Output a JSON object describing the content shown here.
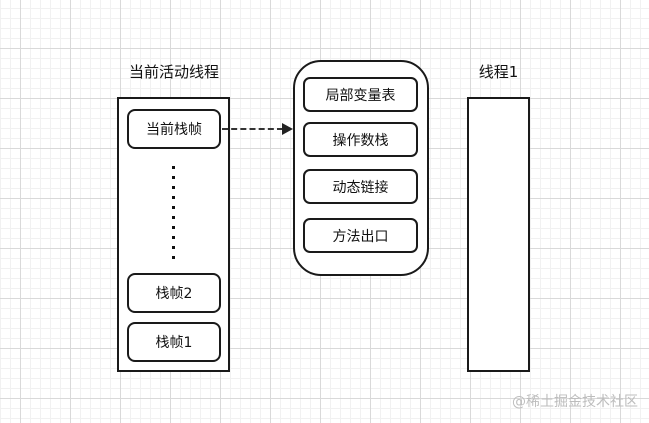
{
  "diagram": {
    "left_thread": {
      "title": "当前活动线程",
      "current_frame_label": "当前栈帧",
      "frame2_label": "栈帧2",
      "frame1_label": "栈帧1"
    },
    "frame_detail": {
      "items": [
        "局部变量表",
        "操作数栈",
        "动态链接",
        "方法出口"
      ]
    },
    "right_thread": {
      "title": "线程1"
    },
    "watermark": "@稀土掘金技术社区"
  },
  "colors": {
    "background": "#ffffff",
    "grid_minor": "#f1f1f1",
    "grid_major": "#d9d9d9",
    "shape_border": "#1a1a1a",
    "text": "#111111",
    "arrow": "#333333",
    "watermark": "#bdbdbd"
  }
}
